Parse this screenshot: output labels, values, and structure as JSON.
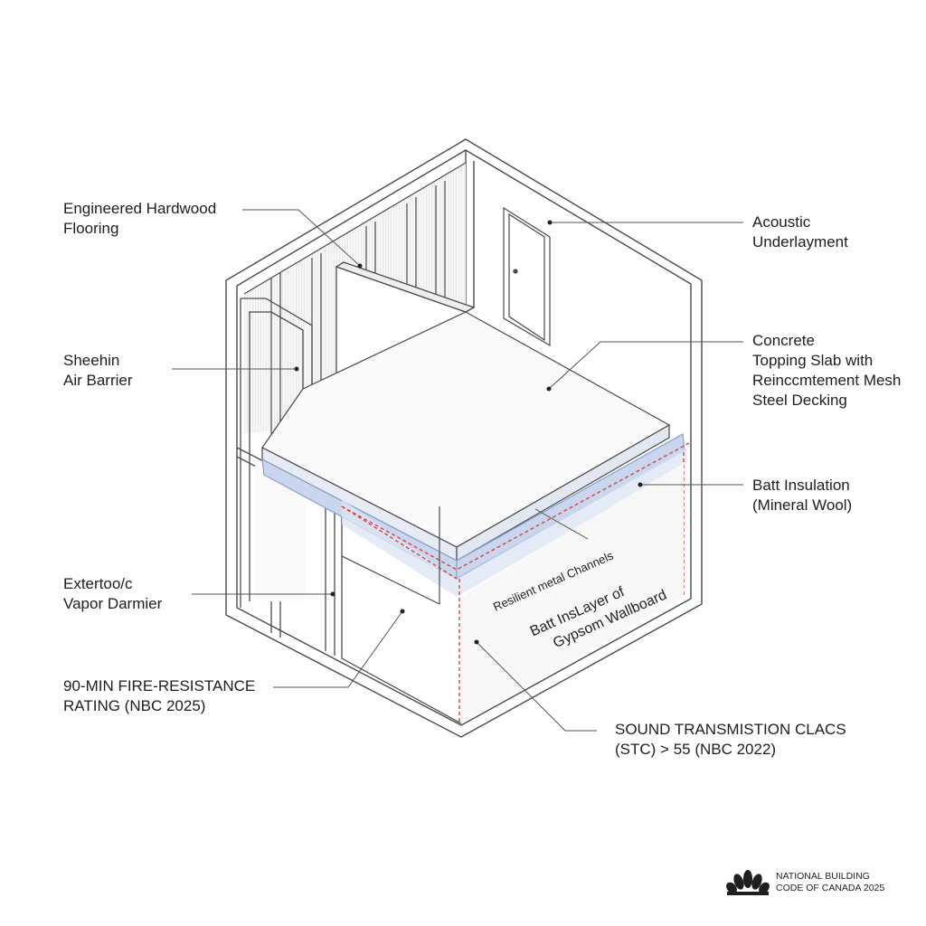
{
  "labels": {
    "flooring": [
      "Engineered Hardwood",
      "Flooring"
    ],
    "sheathing": [
      "Sheehin",
      "Air Barrier"
    ],
    "exterior": [
      "Extertoo/c",
      "Vapor Darmier"
    ],
    "fire": [
      "90-MIN FIRE-RESISTANCE",
      "RATING (NBC 2025)"
    ],
    "acoustic": [
      "Acoustic",
      "Underlayment"
    ],
    "concrete": [
      "Concrete",
      "Topping Slab with",
      "Reinccmtement Mesh",
      "Steel Decking"
    ],
    "batt": [
      "Batt Insulation",
      "(Mineral Wool)"
    ],
    "sound": [
      "SOUND TRANSMISTION CLACS",
      "(STC) > 55  (NBC 2022)"
    ],
    "channels": "Resilient metal Channels",
    "gypsum": [
      "Batt InsLayer of",
      "Gypsom Wallboard"
    ]
  },
  "footer": {
    "text": [
      "NATIONAL BUILDING",
      "CODE OF CANADA 2025"
    ],
    "logo_icon": "peacock-logo-icon"
  },
  "colors": {
    "line": "#4a4a4a",
    "insulation": "#c9d6ee",
    "fire_line": "#d6433a",
    "leader": "#555555"
  }
}
